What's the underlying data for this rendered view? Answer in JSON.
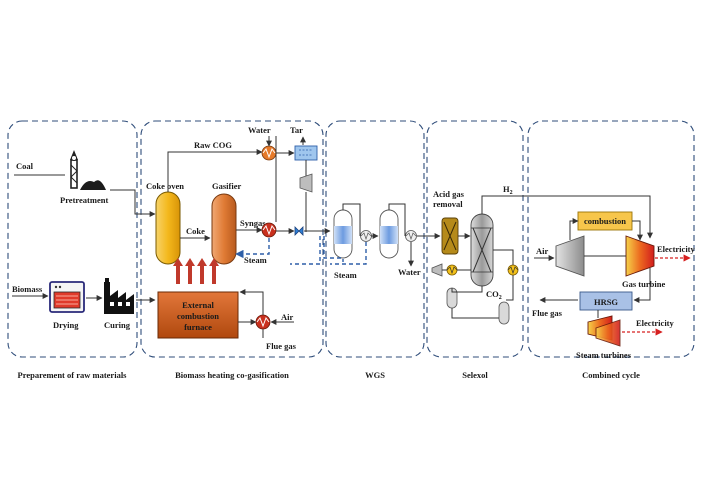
{
  "sections": {
    "prep": "Preparement of raw materials",
    "cogas": "Biomass heating co-gasification",
    "wgs": "WGS",
    "selexol": "Selexol",
    "combined": "Combined cycle"
  },
  "labels": {
    "coal": "Coal",
    "pretreatment": "Pretreatment",
    "biomass": "Biomass",
    "drying": "Drying",
    "curing": "Curing",
    "coke_oven": "Coke oven",
    "gasifier": "Gasifier",
    "raw_cog": "Raw COG",
    "water_top": "Water",
    "tar": "Tar",
    "coke": "Coke",
    "syngas": "Syngas",
    "steam_cogas": "Steam",
    "furnace_l1": "External",
    "furnace_l2": "combustion",
    "furnace_l3": "furnace",
    "air_furnace": "Air",
    "flue_gas_furnace": "Flue gas",
    "steam_wgs": "Steam",
    "water_wgs": "Water",
    "acid_gas_l1": "Acid gas",
    "acid_gas_l2": "removal",
    "h2": "H",
    "h2_sub": "2",
    "co2": "CO",
    "co2_sub": "2",
    "combustion": "combustion",
    "air_cc": "Air",
    "electricity_gt": "Electricity",
    "gas_turbine": "Gas turbine",
    "hrsg": "HRSG",
    "flue_gas_cc": "Flue gas",
    "electricity_st": "Electricity",
    "steam_turbines": "Steam turbines"
  },
  "colors": {
    "panel_border": "#2f4d7a",
    "coke_oven": "#f4b81c",
    "gasifier": "#e07b35",
    "furnace": "#c75a1c",
    "heat_arrows": "#c0392b",
    "wgs_reactor": "#5a8fd6",
    "acid_gas": "#b58a1a",
    "column": "#7f7f7f",
    "combustion_box": "#f7c64b",
    "hrsg_box": "#a9c1e6",
    "turbine_hot": "#e2401f",
    "compressor": "#a6a6a6",
    "steam_dashed": "#2e5fa8",
    "electric_arrow": "#d62020"
  },
  "icons": [
    "coal-mine-icon",
    "dryer-icon",
    "factory-icon",
    "heat-exchanger-icon",
    "tar-separator-icon",
    "valve-icon",
    "compressor-icon",
    "turbine-icon",
    "pump-icon"
  ]
}
